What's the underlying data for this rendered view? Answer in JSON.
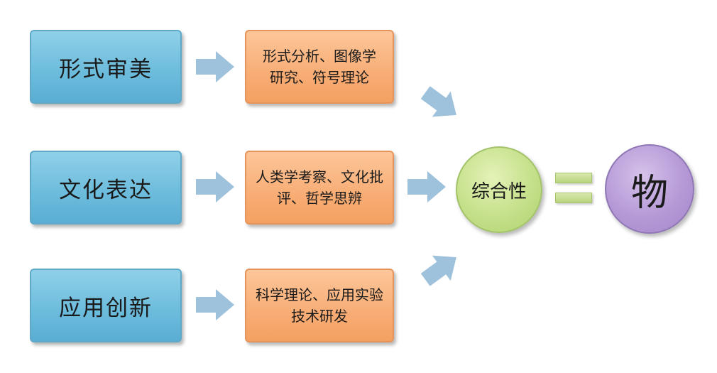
{
  "left_column": {
    "items": [
      {
        "label": "形式审美"
      },
      {
        "label": "文化表达"
      },
      {
        "label": "应用创新"
      }
    ]
  },
  "middle_column": {
    "items": [
      {
        "line1": "形式分析、图像学",
        "line2": "研究、符号理论"
      },
      {
        "line1": "人类学考察、文化批",
        "line2": "评、哲学思辨"
      },
      {
        "line1": "科学理论、应用实验",
        "line2": "技术研发"
      }
    ]
  },
  "synthesis": {
    "label": "综合性"
  },
  "result": {
    "label": "物"
  },
  "colors": {
    "blue_box": "#6bbbdc",
    "orange_box": "#f8ad75",
    "arrow": "#9ec2dc",
    "green_circle": "#c5e08a",
    "purple_circle": "#b599d6"
  }
}
